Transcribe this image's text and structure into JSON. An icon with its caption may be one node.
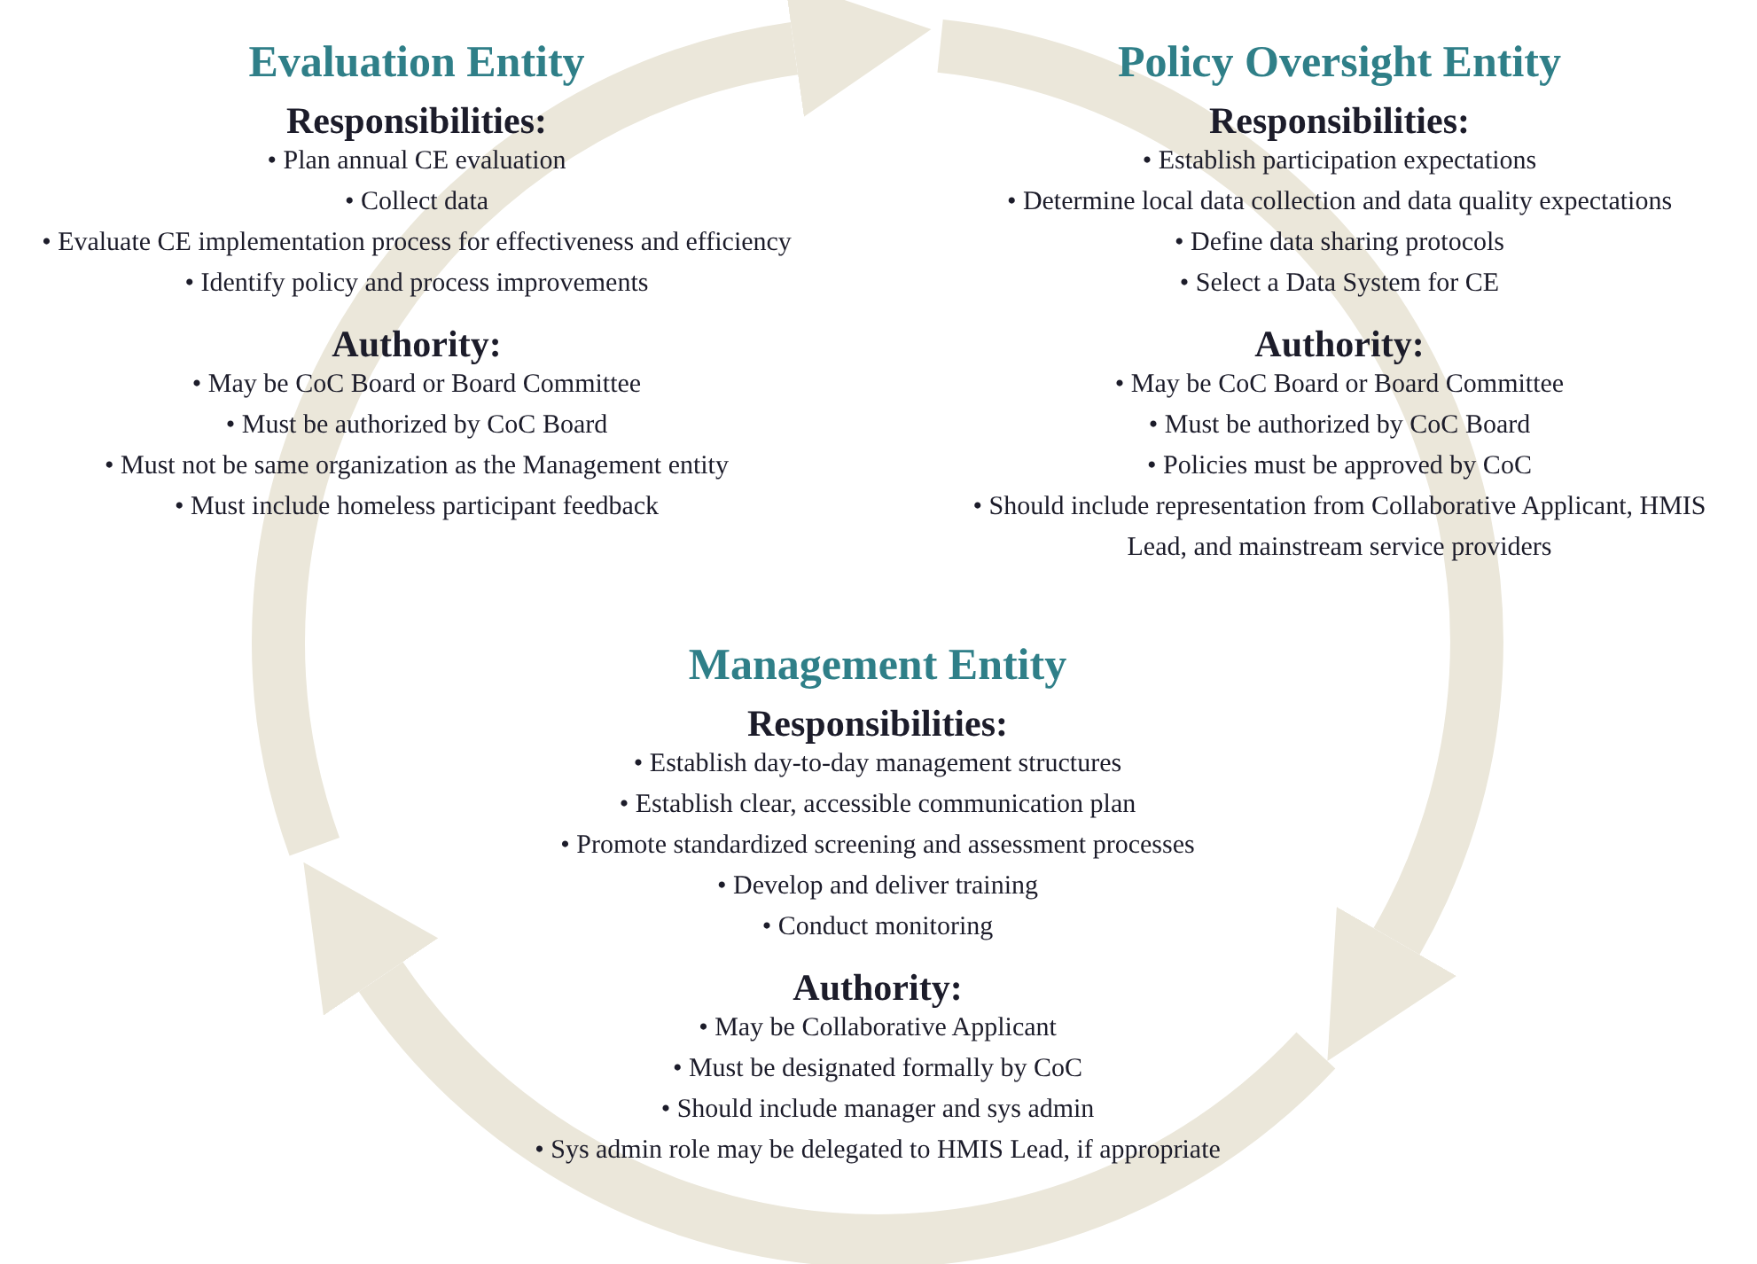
{
  "diagram": {
    "nodes": [
      {
        "text": [
          "Evaluation Entity",
          "Responsibilities:",
          "• Plan annual CE evaluation",
          "• Collect data",
          "• Evaluate CE implementation process for effectiveness and efficiency",
          "• Identify policy and process improvements",
          "Authority:",
          "• May be CoC Board or Board Committee",
          "• Must be authorized by CoC Board",
          "• Must not be same organization as the Management entity",
          "• Must include homeless participant feedback"
        ]
      },
      {
        "text": [
          "Policy Oversight Entity",
          "Responsibilities:",
          "• Establish participation expectations",
          "• Determine local data collection and data quality expectations",
          "• Define data sharing protocols",
          "• Select a Data System for CE",
          "Authority:",
          "• May be CoC Board or Board Committee",
          "• Must be authorized by CoC Board",
          "• Policies must be approved by CoC",
          "• Should include representation from Collaborative Applicant, HMIS Lead, and mainstream service providers"
        ]
      },
      {
        "text": [
          "Management Entity",
          "Responsibilities:",
          "• Establish day-to-day management structures",
          "• Establish clear, accessible communication plan",
          "• Promote standardized screening and assessment processes",
          "• Develop and deliver training",
          "• Conduct monitoring",
          "Authority:",
          "• May be Collaborative Applicant",
          "• Must be designated formally by CoC",
          "• Should include manager and sys admin",
          "• Sys admin role may be delegated to HMIS Lead, if appropriate"
        ]
      }
    ]
  }
}
